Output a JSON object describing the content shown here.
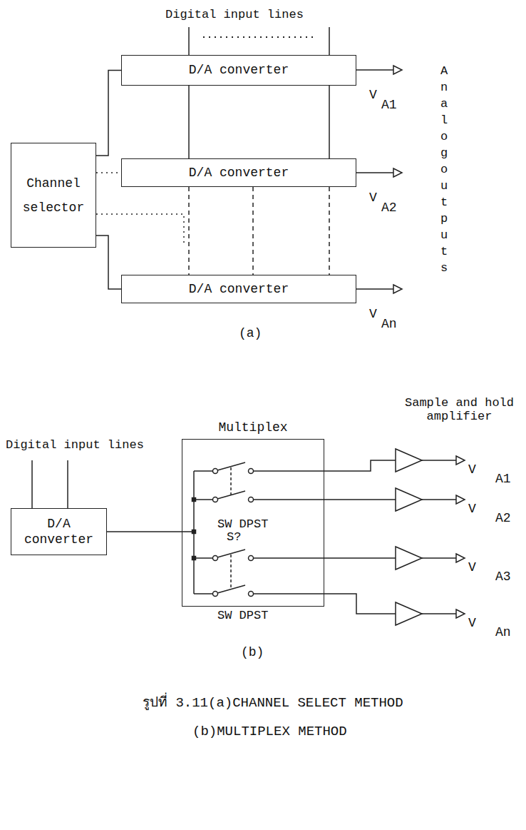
{
  "diagram": {
    "caption": "รูปที่ 3.11(a)CHANNEL SELECT METHOD (b)MULTIPLEX METHOD",
    "nodes": [
      {
        "text": [
          "D/A converter"
        ]
      },
      {
        "text": [
          "Channel selector"
        ]
      },
      {
        "text": [
          "D/A converter"
        ]
      },
      {
        "text": [
          "D/A converter"
        ]
      },
      {
        "text": [
          "D/A converter"
        ]
      },
      {
        "text": [
          "Multiplex"
        ]
      }
    ],
    "edges": [
      {
        "from": 1,
        "to": 0,
        "arrow": "none"
      },
      {
        "from": 1,
        "to": 2,
        "arrow": "none"
      },
      {
        "from": 1,
        "to": 3,
        "arrow": "none"
      },
      {
        "from": 4,
        "to": 5,
        "arrow": "none"
      }
    ],
    "labels": [
      "Digital input lines",
      "V",
      "A1",
      "Analog outputs",
      "V",
      "A2",
      "V",
      "An",
      "(a)",
      "Sample and hold amplifier",
      "Digital input lines",
      "V",
      "A1",
      "V",
      "A2",
      "SW DPST",
      "S?",
      "V",
      "A3",
      "SW DPST",
      "V",
      "An",
      "(b)"
    ]
  }
}
